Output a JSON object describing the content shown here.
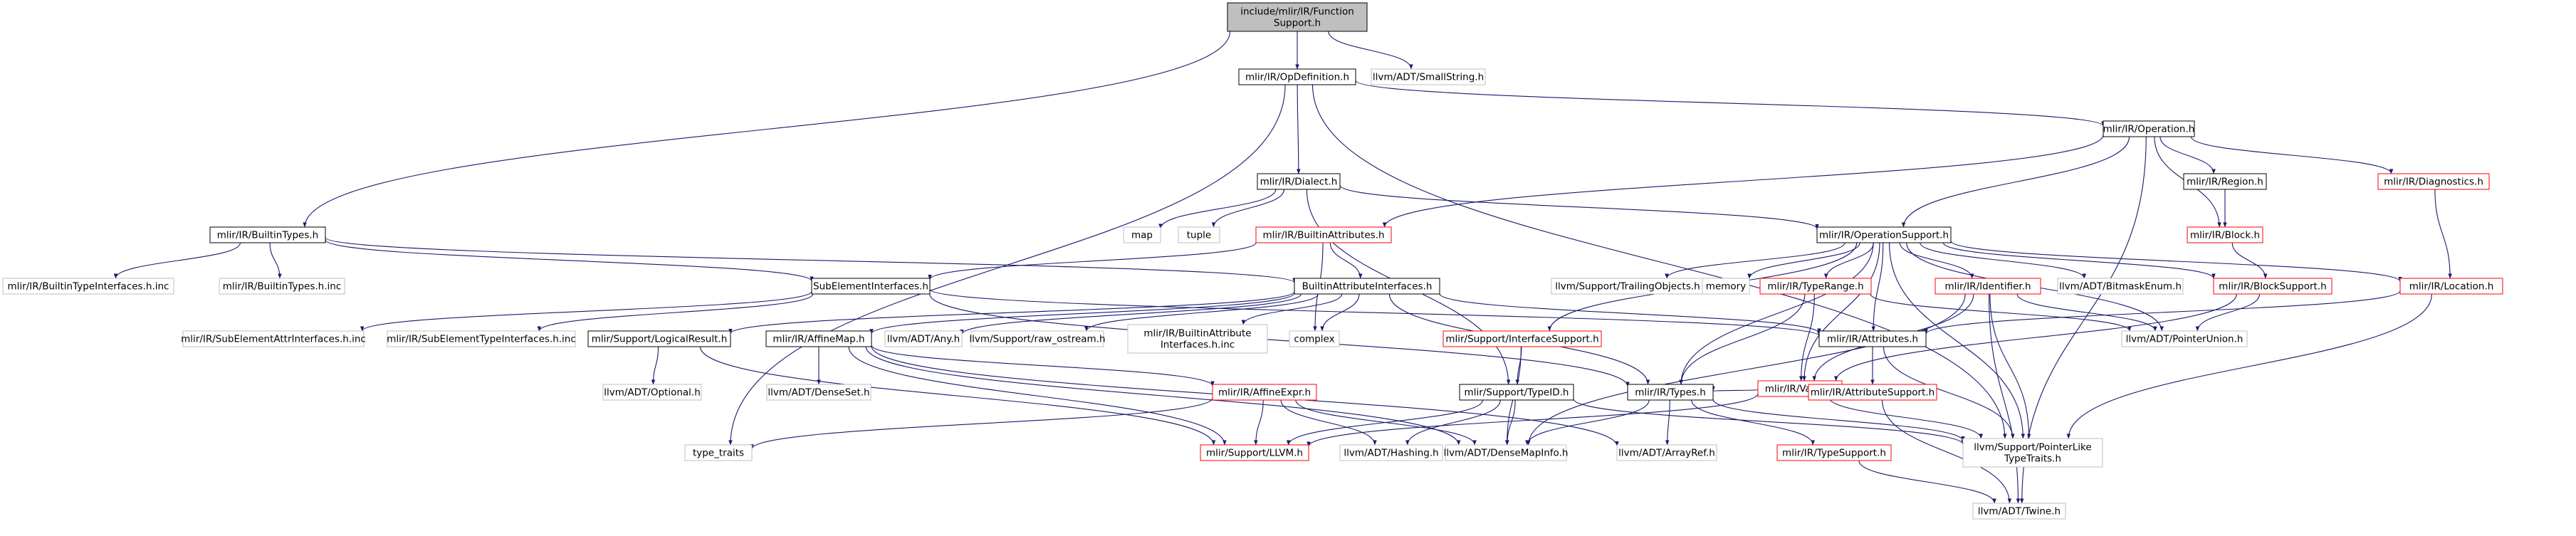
{
  "colors": {
    "edge": "#191970",
    "border_doc": "#000000",
    "border_missing": "#bfbfbf",
    "border_truncated": "#ff0000",
    "fill_root": "#bfbfbf",
    "fill": "#ffffff",
    "text": "#000000"
  },
  "nodes": [
    {
      "id": "function_support",
      "lines": [
        "include/mlir/IR/Function",
        "Support.h"
      ],
      "kind": "root"
    },
    {
      "id": "op_definition",
      "lines": [
        "mlir/IR/OpDefinition.h"
      ],
      "kind": "doc"
    },
    {
      "id": "small_string",
      "lines": [
        "llvm/ADT/SmallString.h"
      ],
      "kind": "missing"
    },
    {
      "id": "operation",
      "lines": [
        "mlir/IR/Operation.h"
      ],
      "kind": "doc"
    },
    {
      "id": "dialect",
      "lines": [
        "mlir/IR/Dialect.h"
      ],
      "kind": "doc"
    },
    {
      "id": "region",
      "lines": [
        "mlir/IR/Region.h"
      ],
      "kind": "doc"
    },
    {
      "id": "diagnostics",
      "lines": [
        "mlir/IR/Diagnostics.h"
      ],
      "kind": "truncated"
    },
    {
      "id": "builtin_types",
      "lines": [
        "mlir/IR/BuiltinTypes.h"
      ],
      "kind": "doc"
    },
    {
      "id": "map",
      "lines": [
        "map"
      ],
      "kind": "missing"
    },
    {
      "id": "tuple",
      "lines": [
        "tuple"
      ],
      "kind": "missing"
    },
    {
      "id": "builtin_attributes",
      "lines": [
        "mlir/IR/BuiltinAttributes.h"
      ],
      "kind": "truncated"
    },
    {
      "id": "operation_support",
      "lines": [
        "mlir/IR/OperationSupport.h"
      ],
      "kind": "doc"
    },
    {
      "id": "block",
      "lines": [
        "mlir/IR/Block.h"
      ],
      "kind": "truncated"
    },
    {
      "id": "builtin_type_interfaces_inc",
      "lines": [
        "mlir/IR/BuiltinTypeInterfaces.h.inc"
      ],
      "kind": "missing"
    },
    {
      "id": "builtin_types_inc",
      "lines": [
        "mlir/IR/BuiltinTypes.h.inc"
      ],
      "kind": "missing"
    },
    {
      "id": "sub_element_interfaces",
      "lines": [
        "SubElementInterfaces.h"
      ],
      "kind": "doc"
    },
    {
      "id": "builtin_attribute_interfaces",
      "lines": [
        "BuiltinAttributeInterfaces.h"
      ],
      "kind": "doc"
    },
    {
      "id": "trailing_objects",
      "lines": [
        "llvm/Support/TrailingObjects.h"
      ],
      "kind": "missing"
    },
    {
      "id": "memory",
      "lines": [
        "memory"
      ],
      "kind": "missing"
    },
    {
      "id": "type_range",
      "lines": [
        "mlir/IR/TypeRange.h"
      ],
      "kind": "truncated"
    },
    {
      "id": "identifier",
      "lines": [
        "mlir/IR/Identifier.h"
      ],
      "kind": "truncated"
    },
    {
      "id": "bitmask_enum",
      "lines": [
        "llvm/ADT/BitmaskEnum.h"
      ],
      "kind": "missing"
    },
    {
      "id": "block_support",
      "lines": [
        "mlir/IR/BlockSupport.h"
      ],
      "kind": "truncated"
    },
    {
      "id": "location",
      "lines": [
        "mlir/IR/Location.h"
      ],
      "kind": "truncated"
    },
    {
      "id": "sub_element_attr_interfaces_inc",
      "lines": [
        "mlir/IR/SubElementAttrInterfaces.h.inc"
      ],
      "kind": "missing"
    },
    {
      "id": "sub_element_type_interfaces_inc",
      "lines": [
        "mlir/IR/SubElementTypeInterfaces.h.inc"
      ],
      "kind": "missing"
    },
    {
      "id": "logical_result",
      "lines": [
        "mlir/Support/LogicalResult.h"
      ],
      "kind": "doc"
    },
    {
      "id": "affine_map",
      "lines": [
        "mlir/IR/AffineMap.h"
      ],
      "kind": "doc"
    },
    {
      "id": "any",
      "lines": [
        "llvm/ADT/Any.h"
      ],
      "kind": "missing"
    },
    {
      "id": "raw_ostream",
      "lines": [
        "llvm/Support/raw_ostream.h"
      ],
      "kind": "missing"
    },
    {
      "id": "builtin_attribute_interfaces_inc",
      "lines": [
        "mlir/IR/BuiltinAttribute",
        "Interfaces.h.inc"
      ],
      "kind": "missing"
    },
    {
      "id": "complex",
      "lines": [
        "complex"
      ],
      "kind": "missing"
    },
    {
      "id": "interface_support",
      "lines": [
        "mlir/Support/InterfaceSupport.h"
      ],
      "kind": "truncated"
    },
    {
      "id": "value",
      "lines": [
        "mlir/IR/Value.h"
      ],
      "kind": "truncated"
    },
    {
      "id": "attributes",
      "lines": [
        "mlir/IR/Attributes.h"
      ],
      "kind": "doc"
    },
    {
      "id": "pointer_union",
      "lines": [
        "llvm/ADT/PointerUnion.h"
      ],
      "kind": "missing"
    },
    {
      "id": "optional",
      "lines": [
        "llvm/ADT/Optional.h"
      ],
      "kind": "missing"
    },
    {
      "id": "dense_set",
      "lines": [
        "llvm/ADT/DenseSet.h"
      ],
      "kind": "missing"
    },
    {
      "id": "affine_expr",
      "lines": [
        "mlir/IR/AffineExpr.h"
      ],
      "kind": "truncated"
    },
    {
      "id": "type_id",
      "lines": [
        "mlir/Support/TypeID.h"
      ],
      "kind": "doc"
    },
    {
      "id": "types",
      "lines": [
        "mlir/IR/Types.h"
      ],
      "kind": "doc"
    },
    {
      "id": "attribute_support",
      "lines": [
        "mlir/IR/AttributeSupport.h"
      ],
      "kind": "truncated"
    },
    {
      "id": "type_traits",
      "lines": [
        "type_traits"
      ],
      "kind": "missing"
    },
    {
      "id": "llvm_h",
      "lines": [
        "mlir/Support/LLVM.h"
      ],
      "kind": "truncated"
    },
    {
      "id": "hashing",
      "lines": [
        "llvm/ADT/Hashing.h"
      ],
      "kind": "missing"
    },
    {
      "id": "dense_map_info",
      "lines": [
        "llvm/ADT/DenseMapInfo.h"
      ],
      "kind": "missing"
    },
    {
      "id": "array_ref",
      "lines": [
        "llvm/ADT/ArrayRef.h"
      ],
      "kind": "missing"
    },
    {
      "id": "type_support",
      "lines": [
        "mlir/IR/TypeSupport.h"
      ],
      "kind": "truncated"
    },
    {
      "id": "pointer_like_type_traits",
      "lines": [
        "llvm/Support/PointerLike",
        "TypeTraits.h"
      ],
      "kind": "missing"
    },
    {
      "id": "twine",
      "lines": [
        "llvm/ADT/Twine.h"
      ],
      "kind": "missing"
    }
  ],
  "edges": [
    [
      "function_support",
      "op_definition"
    ],
    [
      "function_support",
      "small_string"
    ],
    [
      "function_support",
      "builtin_types"
    ],
    [
      "op_definition",
      "operation"
    ],
    [
      "op_definition",
      "dialect"
    ],
    [
      "op_definition",
      "type_traits"
    ],
    [
      "op_definition",
      "pointer_like_type_traits"
    ],
    [
      "operation",
      "region"
    ],
    [
      "operation",
      "diagnostics"
    ],
    [
      "operation",
      "block"
    ],
    [
      "operation",
      "operation_support"
    ],
    [
      "operation",
      "builtin_attributes"
    ],
    [
      "operation",
      "twine"
    ],
    [
      "dialect",
      "map"
    ],
    [
      "dialect",
      "tuple"
    ],
    [
      "dialect",
      "operation_support"
    ],
    [
      "dialect",
      "type_id"
    ],
    [
      "region",
      "block"
    ],
    [
      "block",
      "block_support"
    ],
    [
      "diagnostics",
      "location"
    ],
    [
      "builtin_types",
      "builtin_type_interfaces_inc"
    ],
    [
      "builtin_types",
      "builtin_types_inc"
    ],
    [
      "builtin_types",
      "sub_element_interfaces"
    ],
    [
      "builtin_types",
      "builtin_attribute_interfaces"
    ],
    [
      "builtin_attributes",
      "sub_element_interfaces"
    ],
    [
      "builtin_attributes",
      "builtin_attribute_interfaces"
    ],
    [
      "builtin_attributes",
      "complex"
    ],
    [
      "operation_support",
      "trailing_objects"
    ],
    [
      "operation_support",
      "memory"
    ],
    [
      "operation_support",
      "type_range"
    ],
    [
      "operation_support",
      "identifier"
    ],
    [
      "operation_support",
      "bitmask_enum"
    ],
    [
      "operation_support",
      "block_support"
    ],
    [
      "operation_support",
      "location"
    ],
    [
      "operation_support",
      "interface_support"
    ],
    [
      "operation_support",
      "value"
    ],
    [
      "operation_support",
      "attributes"
    ],
    [
      "operation_support",
      "pointer_union"
    ],
    [
      "operation_support",
      "types"
    ],
    [
      "operation_support",
      "pointer_like_type_traits"
    ],
    [
      "sub_element_interfaces",
      "sub_element_attr_interfaces_inc"
    ],
    [
      "sub_element_interfaces",
      "sub_element_type_interfaces_inc"
    ],
    [
      "sub_element_interfaces",
      "attributes"
    ],
    [
      "sub_element_interfaces",
      "types"
    ],
    [
      "builtin_attribute_interfaces",
      "logical_result"
    ],
    [
      "builtin_attribute_interfaces",
      "affine_map"
    ],
    [
      "builtin_attribute_interfaces",
      "any"
    ],
    [
      "builtin_attribute_interfaces",
      "raw_ostream"
    ],
    [
      "builtin_attribute_interfaces",
      "builtin_attribute_interfaces_inc"
    ],
    [
      "builtin_attribute_interfaces",
      "complex"
    ],
    [
      "builtin_attribute_interfaces",
      "attributes"
    ],
    [
      "builtin_attribute_interfaces",
      "types"
    ],
    [
      "type_range",
      "value"
    ],
    [
      "type_range",
      "types"
    ],
    [
      "type_range",
      "pointer_union"
    ],
    [
      "identifier",
      "value"
    ],
    [
      "identifier",
      "pointer_union"
    ],
    [
      "identifier",
      "pointer_like_type_traits"
    ],
    [
      "identifier",
      "dense_map_info"
    ],
    [
      "identifier",
      "twine"
    ],
    [
      "block_support",
      "value"
    ],
    [
      "block_support",
      "pointer_union"
    ],
    [
      "location",
      "attributes"
    ],
    [
      "location",
      "pointer_like_type_traits"
    ],
    [
      "logical_result",
      "optional"
    ],
    [
      "logical_result",
      "llvm_h"
    ],
    [
      "affine_map",
      "dense_set"
    ],
    [
      "affine_map",
      "affine_expr"
    ],
    [
      "affine_map",
      "llvm_h"
    ],
    [
      "affine_map",
      "dense_map_info"
    ],
    [
      "affine_map",
      "array_ref"
    ],
    [
      "interface_support",
      "type_id"
    ],
    [
      "interface_support",
      "dense_map_info"
    ],
    [
      "value",
      "types"
    ],
    [
      "value",
      "pointer_like_type_traits"
    ],
    [
      "value",
      "llvm_h"
    ],
    [
      "attributes",
      "attribute_support"
    ],
    [
      "attributes",
      "pointer_like_type_traits"
    ],
    [
      "attribute_support",
      "twine"
    ],
    [
      "affine_expr",
      "type_traits"
    ],
    [
      "affine_expr",
      "llvm_h"
    ],
    [
      "affine_expr",
      "hashing"
    ],
    [
      "affine_expr",
      "dense_map_info"
    ],
    [
      "type_id",
      "llvm_h"
    ],
    [
      "type_id",
      "hashing"
    ],
    [
      "type_id",
      "dense_map_info"
    ],
    [
      "type_id",
      "pointer_like_type_traits"
    ],
    [
      "types",
      "type_support"
    ],
    [
      "types",
      "dense_map_info"
    ],
    [
      "types",
      "array_ref"
    ],
    [
      "types",
      "pointer_like_type_traits"
    ],
    [
      "type_support",
      "twine"
    ]
  ]
}
